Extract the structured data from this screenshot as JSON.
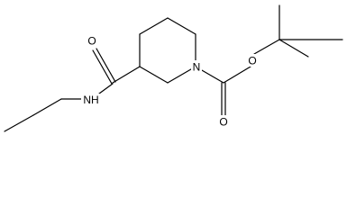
{
  "molecule": {
    "atoms": {
      "carbonyl_o_left": "O",
      "amide_nh": "NH",
      "ring_n": "N",
      "carbonyl_o_right": "O",
      "ester_o": "O"
    }
  },
  "colors": {
    "bond": "#000000",
    "label": "#000000",
    "background": "#ffffff"
  }
}
